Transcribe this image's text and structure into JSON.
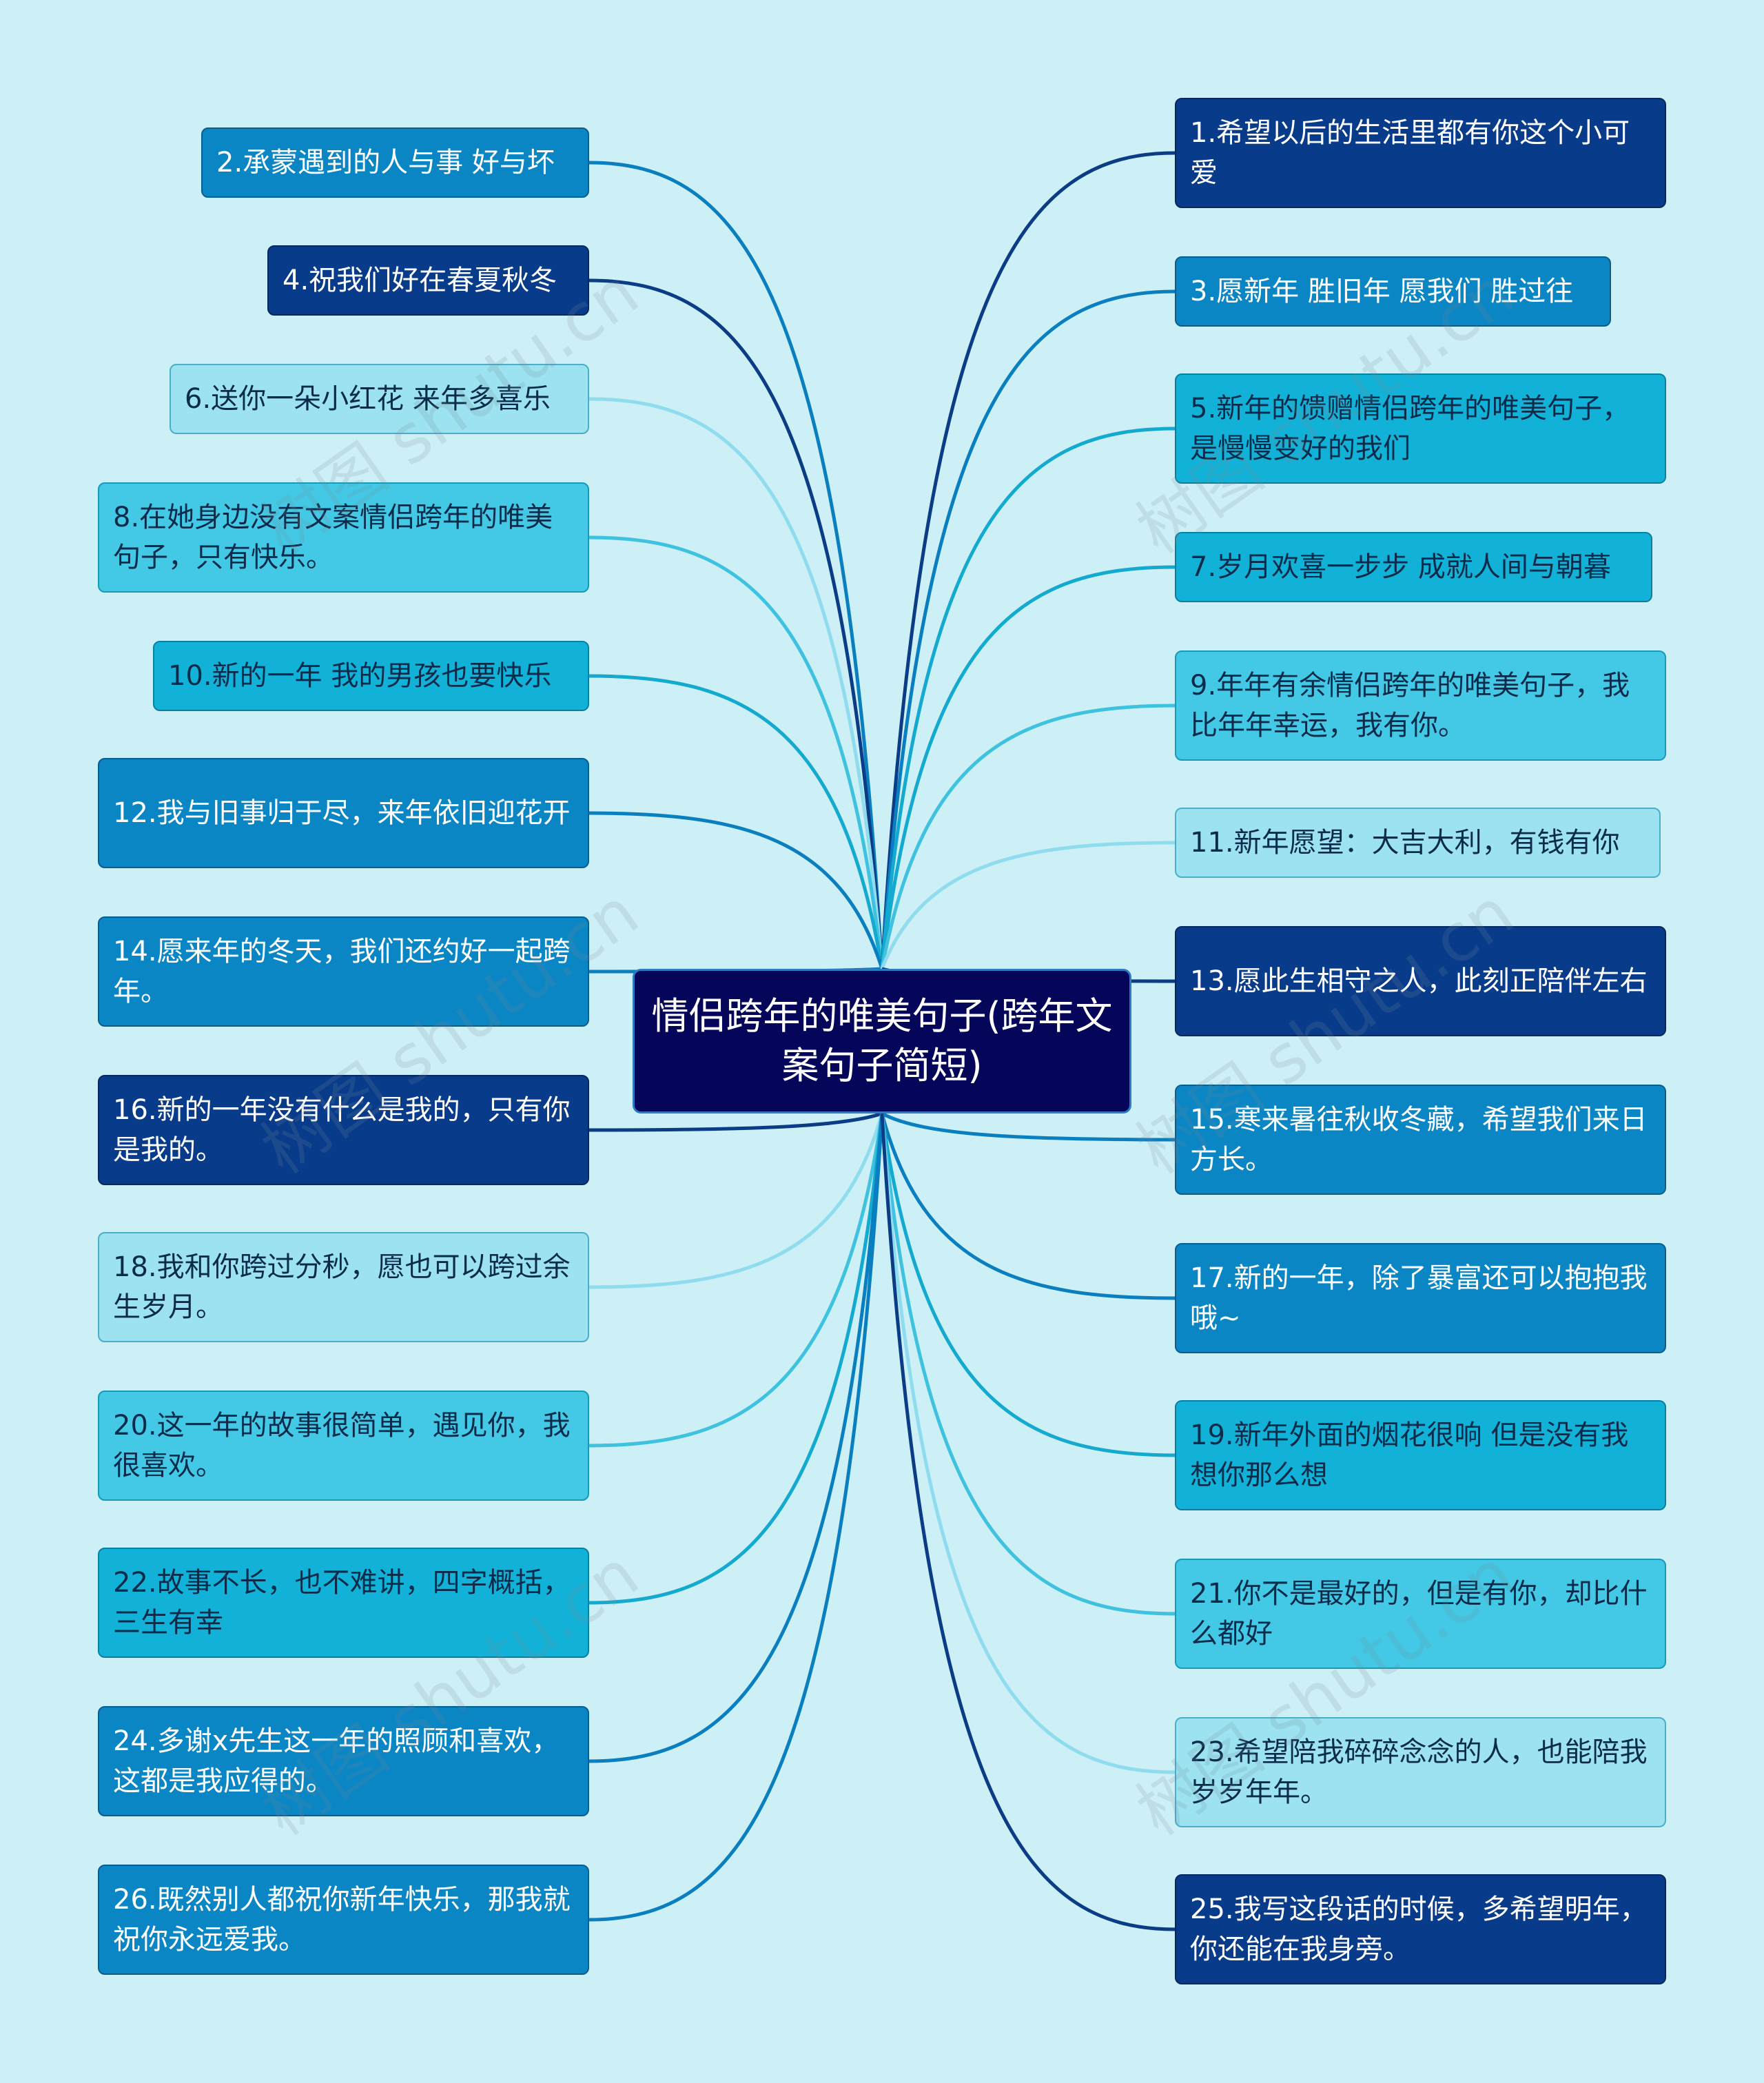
{
  "center": {
    "title": "情侣跨年的唯美句子(跨年文案句子简短)"
  },
  "left": [
    {
      "text": "2.承蒙遇到的人与事 好与坏",
      "color": "mid"
    },
    {
      "text": "4.祝我们好在春夏秋冬",
      "color": "dark"
    },
    {
      "text": "6.送你一朵小红花 来年多喜乐",
      "color": "pale"
    },
    {
      "text": "8.在她身边没有文案情侣跨年的唯美句子，只有快乐。",
      "color": "light"
    },
    {
      "text": "10.新的一年 我的男孩也要快乐",
      "color": "cyan"
    },
    {
      "text": "12.我与旧事归于尽，来年依旧迎花开",
      "color": "mid"
    },
    {
      "text": "14.愿来年的冬天，我们还约好一起跨年。",
      "color": "mid"
    },
    {
      "text": "16.新的一年没有什么是我的，只有你是我的。",
      "color": "dark"
    },
    {
      "text": "18.我和你跨过分秒，愿也可以跨过余生岁月。",
      "color": "pale"
    },
    {
      "text": "20.这一年的故事很简单，遇见你，我很喜欢。",
      "color": "light"
    },
    {
      "text": "22.故事不长，也不难讲，四字概括，三生有幸",
      "color": "cyan"
    },
    {
      "text": "24.多谢x先生这一年的照顾和喜欢，这都是我应得的。",
      "color": "mid"
    },
    {
      "text": "26.既然别人都祝你新年快乐，那我就祝你永远爱我。",
      "color": "mid"
    }
  ],
  "right": [
    {
      "text": "1.希望以后的生活里都有你这个小可爱",
      "color": "dark"
    },
    {
      "text": "3.愿新年 胜旧年 愿我们 胜过往",
      "color": "mid"
    },
    {
      "text": "5.新年的馈赠情侣跨年的唯美句子，是慢慢变好的我们",
      "color": "cyan"
    },
    {
      "text": "7.岁月欢喜一步步 成就人间与朝暮",
      "color": "cyan"
    },
    {
      "text": "9.年年有余情侣跨年的唯美句子，我比年年幸运，我有你。",
      "color": "light"
    },
    {
      "text": "11.新年愿望：大吉大利，有钱有你",
      "color": "pale"
    },
    {
      "text": "13.愿此生相守之人，此刻正陪伴左右",
      "color": "dark"
    },
    {
      "text": "15.寒来暑往秋收冬藏，希望我们来日方长。",
      "color": "mid"
    },
    {
      "text": "17.新的一年，除了暴富还可以抱抱我哦~",
      "color": "mid"
    },
    {
      "text": "19.新年外面的烟花很响 但是没有我想你那么想",
      "color": "cyan"
    },
    {
      "text": "21.你不是最好的，但是有你，却比什么都好",
      "color": "light"
    },
    {
      "text": "23.希望陪我碎碎念念的人，也能陪我岁岁年年。",
      "color": "pale"
    },
    {
      "text": "25.我写这段话的时候，多希望明年，你还能在我身旁。",
      "color": "dark"
    }
  ],
  "watermark": "树图 shutu.cn",
  "colors": {
    "dark": "#083c8a",
    "mid": "#0a86c4",
    "cyan": "#12b2d8",
    "light": "#43c8e5",
    "pale": "#9ce2f0",
    "background": "#cdeff6"
  }
}
